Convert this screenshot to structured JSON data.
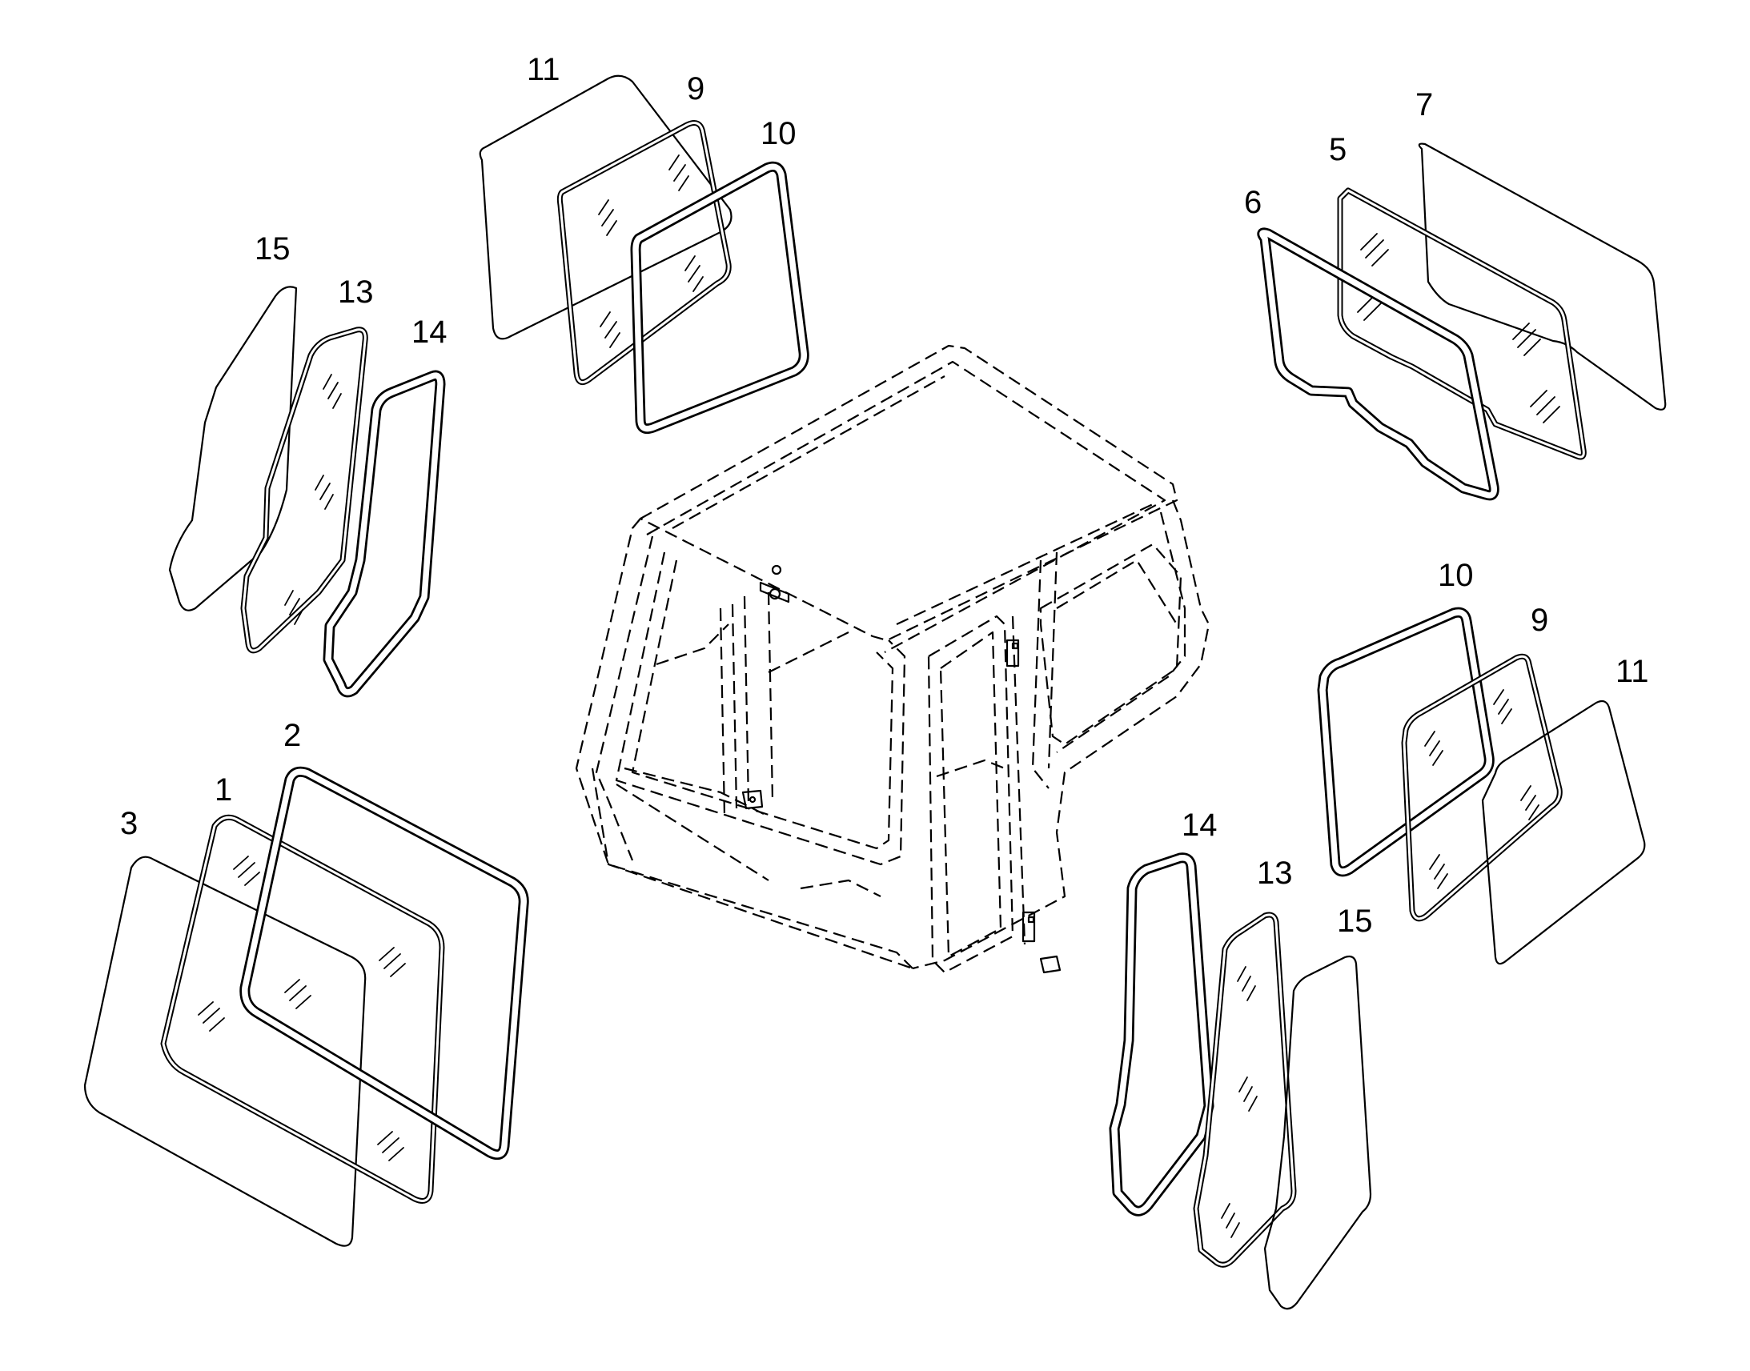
{
  "diagram": {
    "callouts": {
      "c1": "1",
      "c2": "2",
      "c3": "3",
      "c5": "5",
      "c6": "6",
      "c7": "7",
      "c9_top": "9",
      "c10_top": "10",
      "c11_top": "11",
      "c13_left": "13",
      "c14_left": "14",
      "c15_left": "15",
      "c10_right": "10",
      "c9_right": "9",
      "c11_right": "11",
      "c14_bottom": "14",
      "c13_bottom": "13",
      "c15_bottom": "15"
    }
  }
}
